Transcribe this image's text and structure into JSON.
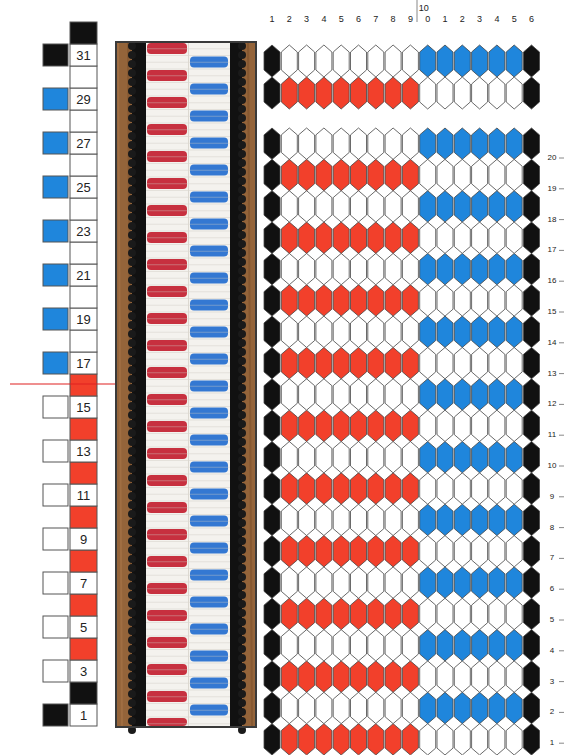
{
  "diagram": {
    "labels": [
      "1",
      "2",
      "3",
      "4",
      "5",
      "6",
      "7",
      "8",
      "9",
      "10",
      "0",
      "1",
      "2",
      "3",
      "4",
      "5",
      "6",
      "31",
      "29",
      "27",
      "25",
      "23",
      "21",
      "19",
      "17",
      "15",
      "13",
      "11",
      "9",
      "7",
      "5",
      "3",
      "1",
      "20",
      "19",
      "18",
      "17",
      "16",
      "15",
      "14",
      "13",
      "12",
      "11",
      "10",
      "9",
      "8",
      "7",
      "6",
      "5",
      "4",
      "3",
      "2",
      "1"
    ]
  }
}
